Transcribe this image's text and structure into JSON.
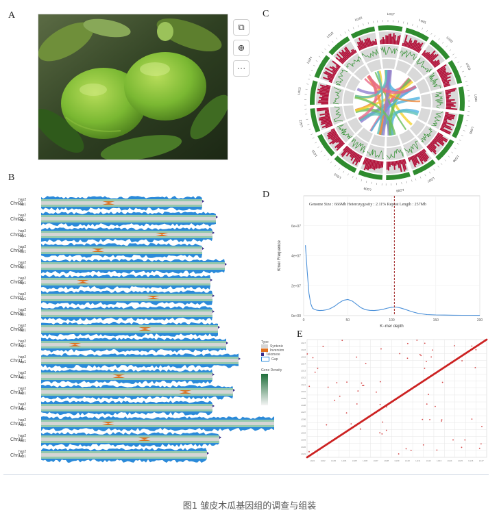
{
  "panels": {
    "a": "A",
    "b": "B",
    "c": "C",
    "d": "D",
    "e": "E"
  },
  "photo": {
    "toolbar": [
      {
        "name": "image-edit-icon",
        "glyph": "⧉"
      },
      {
        "name": "zoom-icon",
        "glyph": "⊕"
      },
      {
        "name": "more-icon",
        "glyph": "···"
      }
    ]
  },
  "circos": {
    "labels": [
      "LG01",
      "LG02",
      "LG03",
      "LG04",
      "LG05",
      "LG06",
      "LG07",
      "LG08",
      "LG09",
      "LG10",
      "LG11",
      "LG12",
      "LG13",
      "LG14",
      "LG15",
      "LG16",
      "LG17"
    ],
    "colors": {
      "ideogram": "#2e8b2e",
      "density": "#b3123a",
      "track": "#d9d9d9"
    }
  },
  "kmer": {
    "annotation": "Genome Size : 666Mb  Heterozygosity : 2.11%  Repeat Length : 257Mb",
    "chart_data": {
      "type": "line",
      "title": "",
      "xlabel": "K−mer depth",
      "ylabel": "Kmer Frequence",
      "xlim": [
        0,
        200
      ],
      "ylim": [
        0,
        80000000
      ],
      "xticks": [
        "0",
        "50",
        "100",
        "150",
        "200"
      ],
      "yticks": [
        "0e+00",
        "2e+07",
        "4e+07",
        "6e+07"
      ],
      "vline": 103,
      "x": [
        2,
        4,
        6,
        8,
        10,
        12,
        15,
        18,
        22,
        26,
        30,
        35,
        40,
        45,
        50,
        55,
        60,
        65,
        70,
        75,
        80,
        85,
        90,
        95,
        100,
        105,
        110,
        115,
        120,
        125,
        130,
        140,
        150,
        160,
        170,
        180,
        190,
        200
      ],
      "y": [
        47000000,
        30000000,
        15000000,
        8000000,
        5000000,
        4200000,
        3600000,
        3400000,
        3500000,
        3900000,
        4600000,
        6200000,
        8400000,
        10200000,
        10800000,
        9800000,
        7600000,
        5300000,
        4000000,
        3500000,
        3400000,
        3700000,
        4200000,
        5000000,
        5600000,
        5700000,
        5100000,
        4200000,
        3200000,
        2300000,
        1500000,
        700000,
        450000,
        350000,
        280000,
        240000,
        220000,
        200000
      ]
    }
  },
  "dotplot": {
    "color": "#cc2222",
    "grid": true
  },
  "chromosomes": {
    "rows": [
      {
        "label": "Chr01",
        "hap2": "hap2",
        "hap1": "hap1"
      },
      {
        "label": "Chr02",
        "hap2": "hap2",
        "hap1": "hap1"
      },
      {
        "label": "Chr03",
        "hap2": "hap2",
        "hap1": "hap1"
      },
      {
        "label": "Chr04",
        "hap2": "hap2",
        "hap1": "hap1"
      },
      {
        "label": "Chr05",
        "hap2": "hap2",
        "hap1": "hap1"
      },
      {
        "label": "Chr06",
        "hap2": "hap2",
        "hap1": "hap1"
      },
      {
        "label": "Chr07",
        "hap2": "hap2",
        "hap1": "hap1"
      },
      {
        "label": "Chr08",
        "hap2": "hap2",
        "hap1": "hap1"
      },
      {
        "label": "Chr09",
        "hap2": "hap2",
        "hap1": "hap1"
      },
      {
        "label": "Chr10",
        "hap2": "hap2",
        "hap1": "hap1"
      },
      {
        "label": "Chr11",
        "hap2": "hap2",
        "hap1": "hap1"
      },
      {
        "label": "Chr12",
        "hap2": "hap2",
        "hap1": "hap1"
      },
      {
        "label": "Chr13",
        "hap2": "hap2",
        "hap1": "hap1"
      },
      {
        "label": "Chr14",
        "hap2": "hap2",
        "hap1": "hap1"
      },
      {
        "label": "Chr15",
        "hap2": "hap2",
        "hap1": "hap1"
      },
      {
        "label": "Chr16",
        "hap2": "hap2",
        "hap1": "hap1"
      },
      {
        "label": "Chr17",
        "hap2": "hap2",
        "hap1": "hap1"
      }
    ],
    "legend": {
      "type_title": "Type",
      "syntenic": "Syntenic",
      "inversion": "Inversion",
      "telomere": "Telomere",
      "gap": "Gap",
      "density_title": "Gene Density"
    },
    "colors": {
      "coverage": "#2b8ad9",
      "syntenic": "#d5d5d5",
      "inversion": "#e0701e",
      "gene": "#3a9a6a"
    }
  },
  "caption": "图1 皱皮木瓜基因组的调查与组装"
}
